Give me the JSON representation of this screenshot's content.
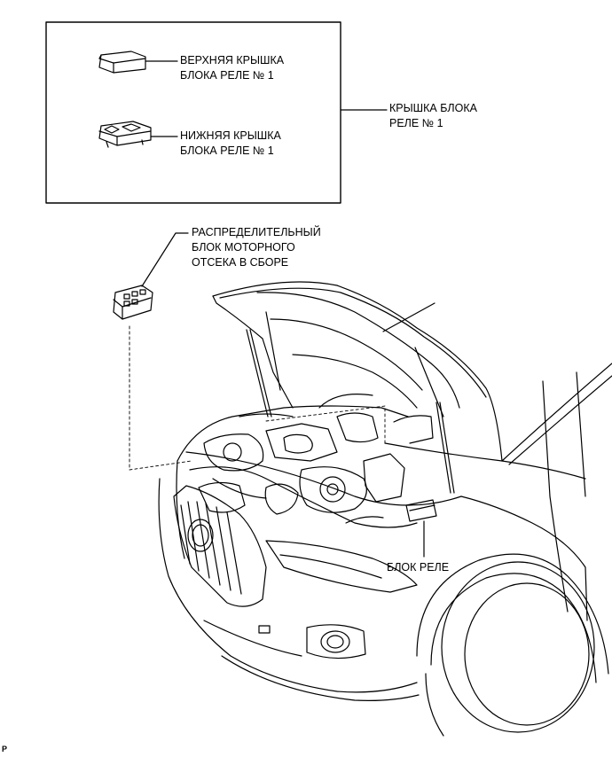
{
  "labels": {
    "upper_cover": [
      "ВЕРХНЯЯ КРЫШКА",
      "БЛОКА РЕЛЕ № 1"
    ],
    "lower_cover": [
      "НИЖНЯЯ КРЫШКА",
      "БЛОКА РЕЛЕ № 1"
    ],
    "relay_block_cover": [
      "КРЫШКА БЛОКА",
      "РЕЛЕ № 1"
    ],
    "engine_junction_block": [
      "РАСПРЕДЕЛИТЕЛЬНЫЙ",
      "БЛОК МОТОРНОГО",
      "ОТСЕКА В СБОРЕ"
    ],
    "relay_block": "БЛОК РЕЛЕ"
  },
  "figure_code": "P"
}
